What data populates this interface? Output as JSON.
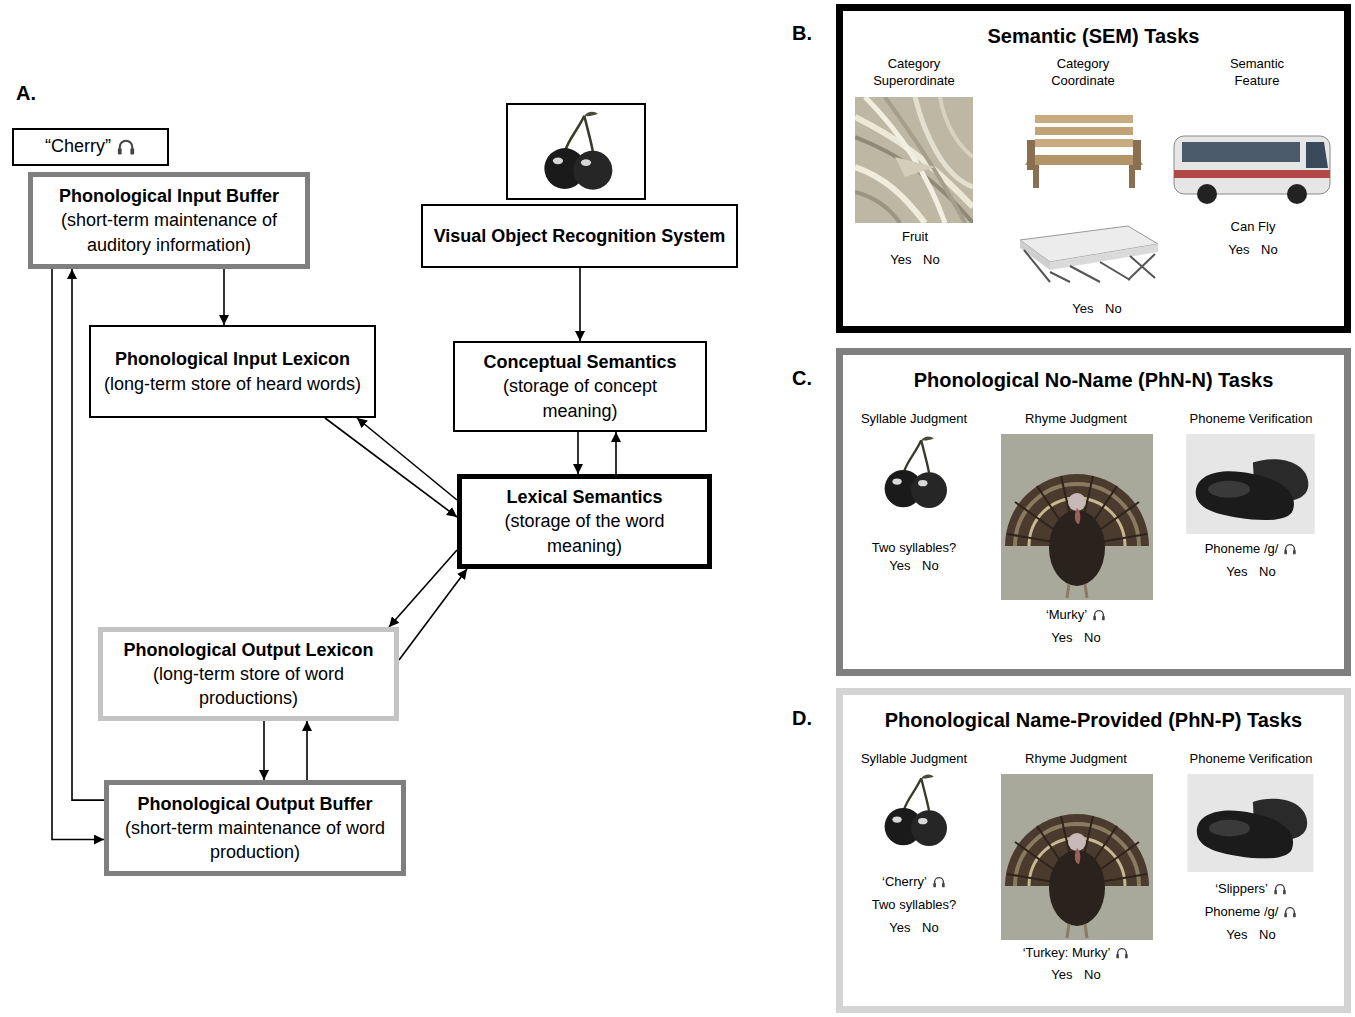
{
  "diagram": {
    "nodes": [
      {
        "text": [
          "“Cherry”"
        ]
      },
      {
        "text": [
          "Phonological Input Buffer",
          "(short-term maintenance of auditory information)"
        ]
      },
      {
        "text": [
          "Visual Object Recognition System"
        ]
      },
      {
        "text": [
          "Phonological Input Lexicon",
          "(long-term store of heard words)"
        ]
      },
      {
        "text": [
          "Conceptual Semantics",
          "(storage of concept meaning)"
        ]
      },
      {
        "text": [
          "Lexical Semantics",
          "(storage of the word meaning)"
        ]
      },
      {
        "text": [
          "Phonological Output Lexicon",
          "(long-term store of word productions)"
        ]
      },
      {
        "text": [
          "Phonological Output Buffer",
          "(short-term maintenance of word production)"
        ]
      },
      {
        "text": [
          "Semantic (SEM) Tasks"
        ]
      },
      {
        "text": [
          "Phonological No-Name (PhN-N) Tasks"
        ]
      },
      {
        "text": [
          "Phonological Name-Provided (PhN-P) Tasks"
        ]
      }
    ],
    "edges": [
      {
        "from": 1,
        "to": 3,
        "arrow": "to"
      },
      {
        "from": 1,
        "to": 7,
        "arrow": "to"
      },
      {
        "from": 7,
        "to": 1,
        "arrow": "to"
      },
      {
        "from": 3,
        "to": 5,
        "arrow": "to"
      },
      {
        "from": 5,
        "to": 3,
        "arrow": "to"
      },
      {
        "from": 2,
        "to": 4,
        "arrow": "to"
      },
      {
        "from": 4,
        "to": 5,
        "arrow": "to"
      },
      {
        "from": 5,
        "to": 4,
        "arrow": "to"
      },
      {
        "from": 5,
        "to": 6,
        "arrow": "to"
      },
      {
        "from": 6,
        "to": 5,
        "arrow": "to"
      },
      {
        "from": 6,
        "to": 7,
        "arrow": "to"
      },
      {
        "from": 7,
        "to": 6,
        "arrow": "to"
      }
    ],
    "labels": [
      "A.",
      "B.",
      "Category Superordinate",
      "Fruit",
      "Yes No",
      "Category Coordinate",
      "Yes No",
      "Semantic Feature",
      "Can Fly",
      "Yes No",
      "C.",
      "Syllable Judgment",
      "Two syllables?",
      "Yes No",
      "Rhyme Judgment",
      "‘Murky’",
      "Yes No",
      "Phoneme Verification",
      "Phoneme /g/",
      "Yes No",
      "D.",
      "Syllable Judgment",
      "‘Cherry’",
      "Two syllables?",
      "Yes No",
      "Rhyme Judgment",
      "‘Turkey: Murky’",
      "Yes No",
      "Phoneme Verification",
      "‘Slippers’",
      "Phoneme /g/",
      "Yes No"
    ]
  }
}
